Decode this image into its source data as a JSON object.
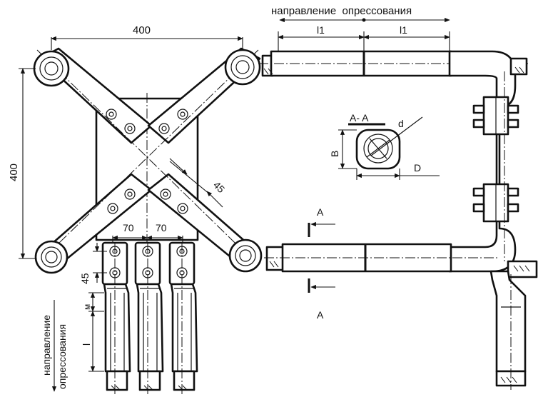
{
  "labels": {
    "top_direction": "направление  опрессования",
    "dim_span_horizontal": "400",
    "dim_span_vertical": "400",
    "dim_angle": "45",
    "dim_pitch_1": "70",
    "dim_pitch_2": "70",
    "dim_lug_offset": "45",
    "dim_m": "м",
    "dim_l": "l",
    "dim_l1_left": "l1",
    "dim_l1_right": "l1",
    "section_title": "A- A",
    "section_B": "B",
    "section_d": "d",
    "section_D": "D",
    "section_mark_top": "A",
    "section_mark_bottom": "A",
    "side_direction_1": "направление",
    "side_direction_2": "опрессования"
  }
}
